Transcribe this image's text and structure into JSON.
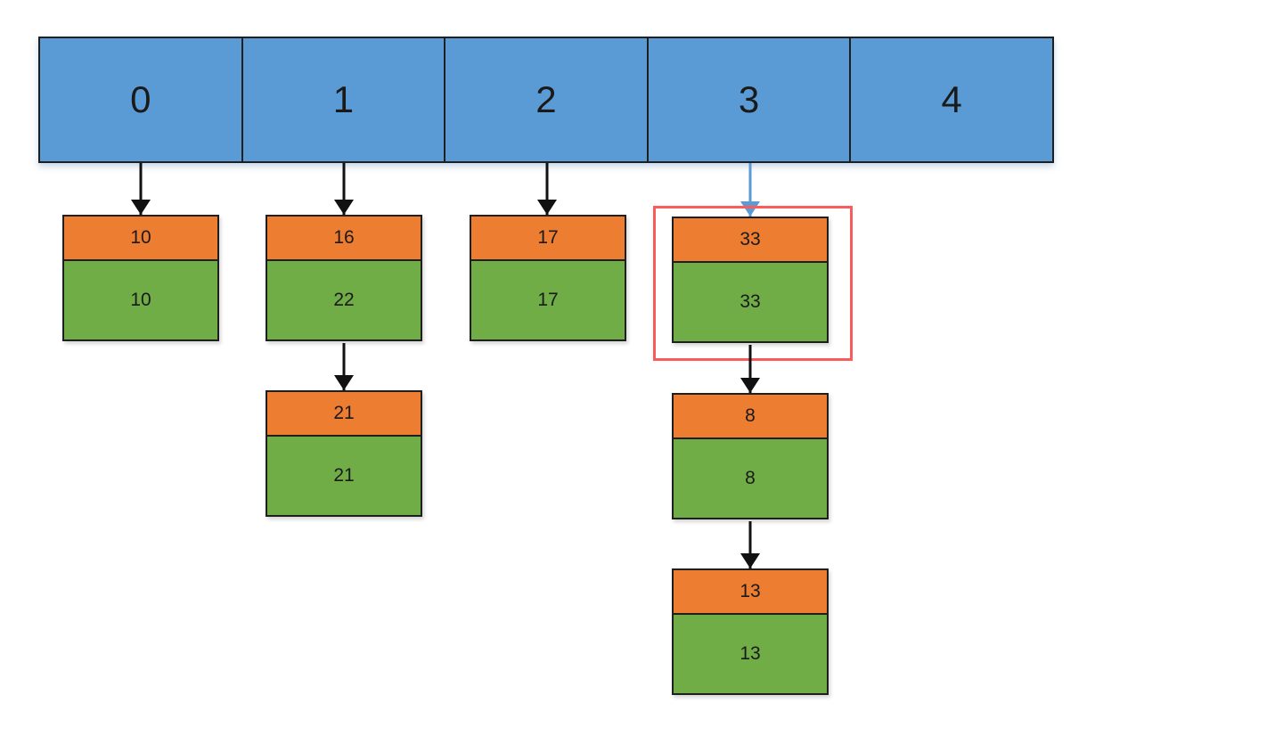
{
  "array": {
    "cells": [
      "0",
      "1",
      "2",
      "3",
      "4"
    ]
  },
  "chains": [
    {
      "bucket": "0",
      "nodes": [
        {
          "key": "10",
          "value": "10"
        }
      ]
    },
    {
      "bucket": "1",
      "nodes": [
        {
          "key": "16",
          "value": "22"
        },
        {
          "key": "21",
          "value": "21"
        }
      ]
    },
    {
      "bucket": "2",
      "nodes": [
        {
          "key": "17",
          "value": "17"
        }
      ]
    },
    {
      "bucket": "3",
      "nodes": [
        {
          "key": "33",
          "value": "33"
        },
        {
          "key": "8",
          "value": "8"
        },
        {
          "key": "13",
          "value": "13"
        }
      ]
    },
    {
      "bucket": "4",
      "nodes": []
    }
  ],
  "highlight": {
    "bucket": "3",
    "key": "33",
    "value": "33"
  },
  "colors": {
    "bucket_fill": "#5B9BD5",
    "key_fill": "#ED7D31",
    "value_fill": "#70AD47",
    "shape_border": "#1F1F1F",
    "arrow_black": "#111111",
    "arrow_blue": "#5B9BD5",
    "highlight_red": "#FA5C5C",
    "background": "#FFFFFF",
    "text": "#1A1A1A"
  }
}
